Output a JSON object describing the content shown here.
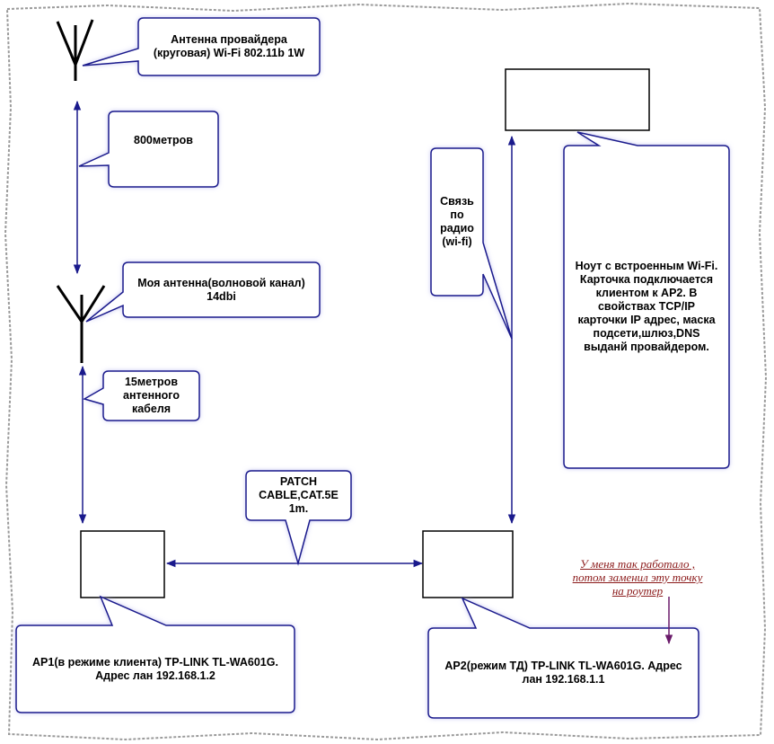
{
  "callouts": {
    "provider_antenna": "Антенна провайдера\n(круговая) Wi-Fi 802.11b 1W",
    "distance_800": "800метров",
    "my_antenna": "Моя антенна(волновой канал)\n14dbi",
    "cable_15": "15метров\nантенного\nкабеля",
    "patch_cable": "PATCH\nCABLE,CAT.5E\n1m.",
    "radio_link": "Связь\nпо\nрадио\n(wi-fi)",
    "laptop": "Ноут с встроенным Wi-Fi.\nКарточка подключается\nклиентом к AP2. В\nсвойствах TCP/IP\nкарточки IP адрес, маска\nподсети,шлюз,DNS\nвыданй провайдером.",
    "ap1": "AP1(в режиме клиента) TP-LINK TL-WA601G.\nАдрес лан 192.168.1.2",
    "ap2": "AP2(режим ТД) TP-LINK TL-WA601G. Адрес\nлан 192.168.1.1"
  },
  "note": "У меня так работало ,\nпотом заменил эту точку\nна роутер",
  "colors": {
    "callout_border": "#1a1a8c",
    "callout_glow": "#b8b8ee",
    "arrow": "#1a1a8c",
    "note_text": "#8b1a1a",
    "note_arrow": "#6a1a6a",
    "antenna": "#000000",
    "frame_shadow": "#9a9a9a"
  }
}
